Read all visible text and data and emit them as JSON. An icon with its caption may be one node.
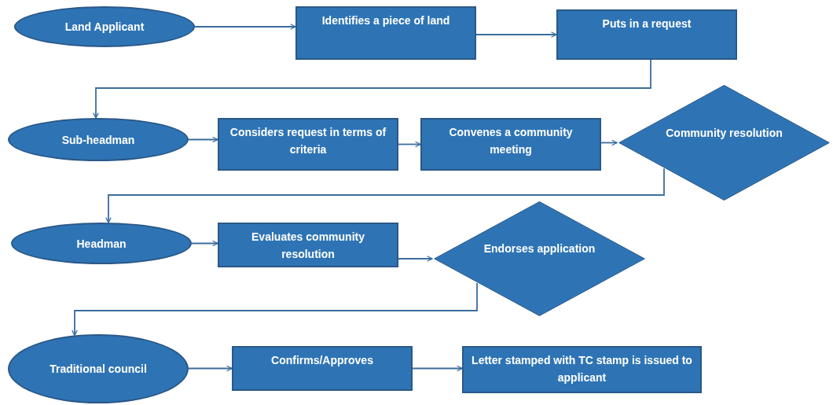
{
  "diagram": {
    "nodes": [
      {
        "text": [
          "Land Applicant"
        ]
      },
      {
        "text": [
          "Identifies a piece of land"
        ]
      },
      {
        "text": [
          "Puts in a request"
        ]
      },
      {
        "text": [
          "Sub-headman"
        ]
      },
      {
        "text": [
          "Considers request in terms of criteria"
        ]
      },
      {
        "text": [
          "Convenes a community meeting"
        ]
      },
      {
        "text": [
          "Community resolution"
        ]
      },
      {
        "text": [
          "Headman"
        ]
      },
      {
        "text": [
          "Evaluates community resolution"
        ]
      },
      {
        "text": [
          "Endorses application"
        ]
      },
      {
        "text": [
          "Traditional council"
        ]
      },
      {
        "text": [
          "Confirms/Approves"
        ]
      },
      {
        "text": [
          "Letter stamped with TC stamp is issued to applicant"
        ]
      }
    ],
    "edges": [
      {
        "from": 0,
        "to": 1,
        "arrow": "to"
      },
      {
        "from": 1,
        "to": 2,
        "arrow": "to"
      },
      {
        "from": 2,
        "to": 3,
        "arrow": "to"
      },
      {
        "from": 3,
        "to": 4,
        "arrow": "to"
      },
      {
        "from": 4,
        "to": 5,
        "arrow": "to"
      },
      {
        "from": 5,
        "to": 6,
        "arrow": "to"
      },
      {
        "from": 6,
        "to": 7,
        "arrow": "to"
      },
      {
        "from": 7,
        "to": 8,
        "arrow": "to"
      },
      {
        "from": 8,
        "to": 9,
        "arrow": "to"
      },
      {
        "from": 9,
        "to": 10,
        "arrow": "to"
      },
      {
        "from": 10,
        "to": 11,
        "arrow": "to"
      },
      {
        "from": 11,
        "to": 12,
        "arrow": "to"
      }
    ]
  }
}
